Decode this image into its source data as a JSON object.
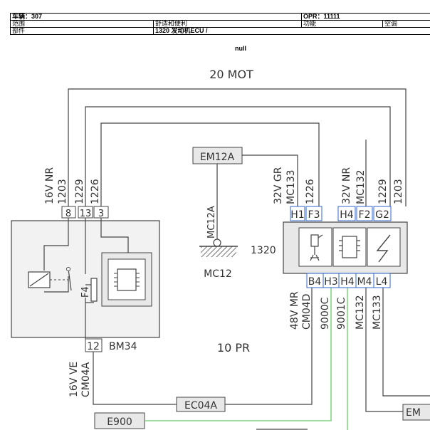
{
  "header": {
    "vehicle": "车辆：307",
    "opr": "OPR：11111",
    "scope_label": "范围",
    "scope_value": "舒适和便利",
    "function_label": "功能",
    "function_value": "空调",
    "part_label": "部件",
    "part_value": "1320 发动机ECU /"
  },
  "subtitle": "null",
  "diagram": {
    "top_harness": "20 MOT",
    "mid_harness": "10 PR",
    "ground_label": "EM12A",
    "ground_wire": "MC12A",
    "ground_point": "MC12",
    "left_wire_info": "16V NR",
    "left_wires": [
      "1203",
      "1229",
      "1226"
    ],
    "left_pins": [
      "8",
      "13",
      "3"
    ],
    "fuse_label": "F4",
    "bm34_pin": "12",
    "bm34_label": "BM34",
    "bm34_wire_info": "16V VE",
    "bm34_wire": "CM04A",
    "ecu_label": "1320",
    "ecu_top_group1_info": "32V GR",
    "ecu_top_group1_wires": [
      "MC133",
      "1226"
    ],
    "ecu_top_group1_pins": [
      "H1",
      "F3"
    ],
    "ecu_top_group2_info": "32V NR",
    "ecu_top_group2_wires": [
      "MC132",
      "1229",
      "1203"
    ],
    "ecu_top_group2_pins": [
      "H4",
      "F2",
      "G2"
    ],
    "ecu_bottom_pins": [
      "B4",
      "H3",
      "H4",
      "M4",
      "L4"
    ],
    "ecu_bottom_info": "48V MR",
    "ecu_bottom_wires": [
      "CM04D",
      "9000C",
      "9001C",
      "MC132",
      "MC133"
    ],
    "connector_ec04a": "EC04A",
    "connector_e900": "E900",
    "connector_em": "EM"
  }
}
